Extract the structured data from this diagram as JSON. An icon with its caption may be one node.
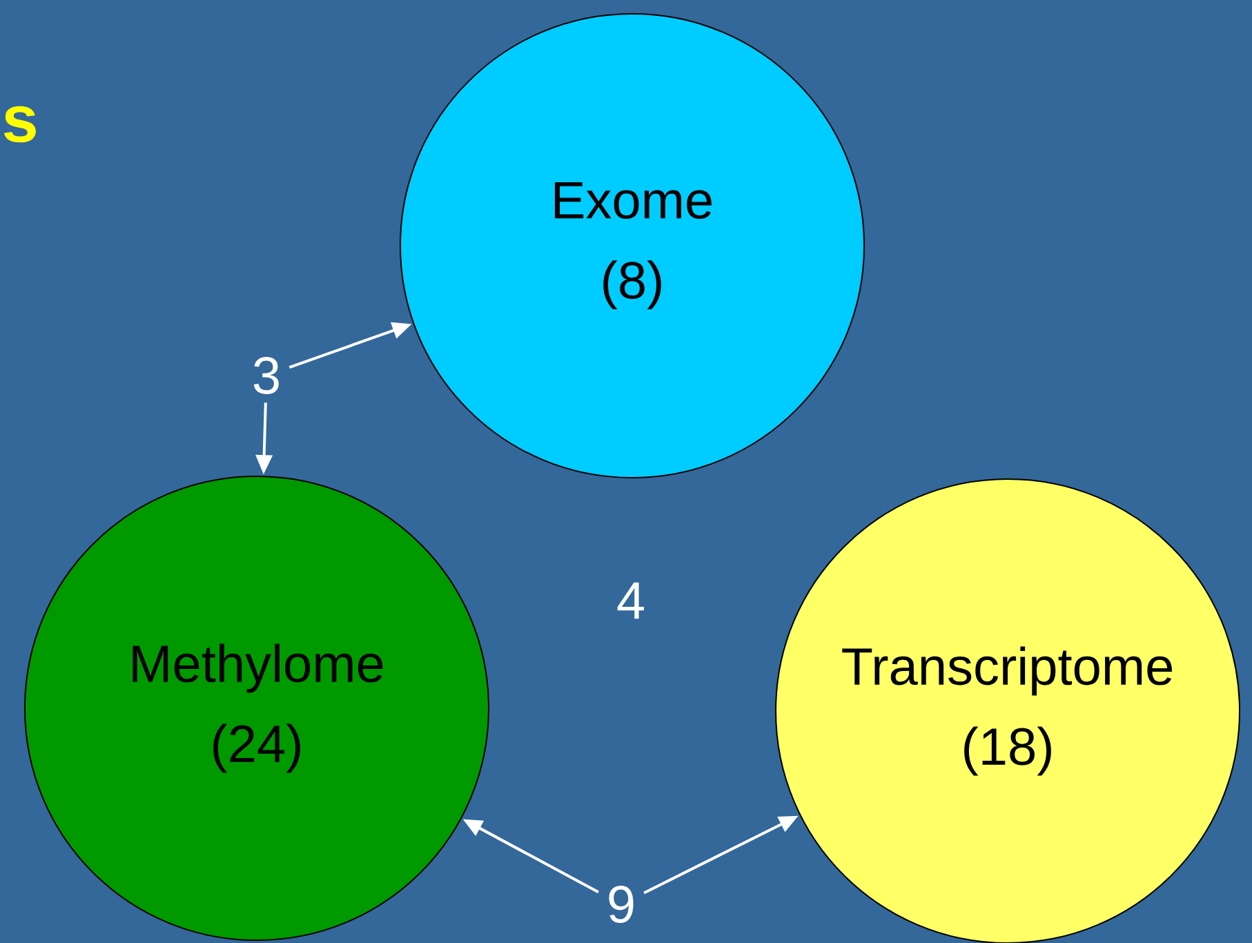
{
  "diagram": {
    "title": "s",
    "nodes": [
      {
        "text": [
          "Exome",
          "(8)"
        ]
      },
      {
        "text": [
          "Methylome",
          "(24)"
        ]
      },
      {
        "text": [
          "Transcriptome",
          "(18)"
        ]
      },
      {
        "text": [
          "3"
        ]
      },
      {
        "text": [
          "9"
        ]
      }
    ],
    "edges": [
      {
        "from": 3,
        "to": 0,
        "arrow": "to"
      },
      {
        "from": 3,
        "to": 1,
        "arrow": "to"
      },
      {
        "from": 4,
        "to": 1,
        "arrow": "to"
      },
      {
        "from": 4,
        "to": 2,
        "arrow": "to"
      }
    ],
    "labels": [
      "4"
    ]
  }
}
